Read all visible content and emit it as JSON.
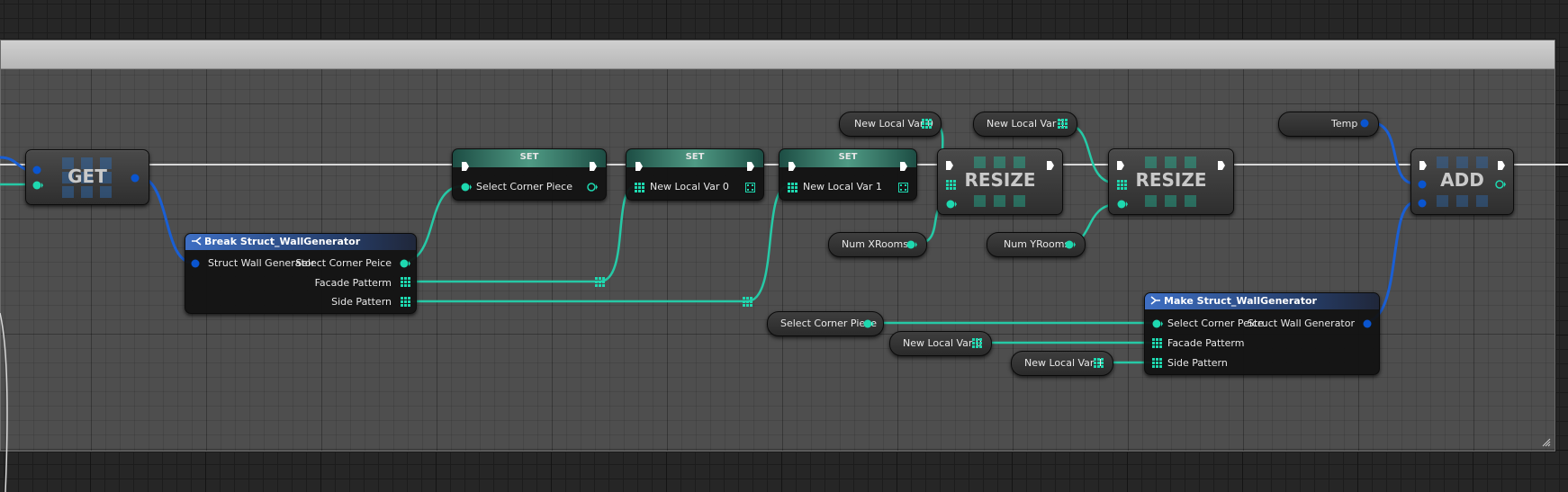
{
  "nodes": {
    "get": {
      "title": "GET"
    },
    "break_struct": {
      "title": "Break Struct_WallGenerator",
      "input": "Struct Wall Generator",
      "outputs": [
        "Select Corner Peice",
        "Facade Patterm",
        "Side Pattern"
      ]
    },
    "set1": {
      "title": "SET",
      "pin": "Select Corner Piece"
    },
    "set2": {
      "title": "SET",
      "pin": "New Local Var 0"
    },
    "set3": {
      "title": "SET",
      "pin": "New Local Var 1"
    },
    "resize1": {
      "title": "RESIZE"
    },
    "resize2": {
      "title": "RESIZE"
    },
    "add": {
      "title": "ADD"
    },
    "make_struct": {
      "title": "Make Struct_WallGenerator",
      "inputs": [
        "Select Corner Peice",
        "Facade Patterm",
        "Side Pattern"
      ],
      "output": "Struct Wall Generator"
    }
  },
  "variables": {
    "new_local_var0_top": "New Local Var 0",
    "new_local_var1_top": "New Local Var 1",
    "temp": "Temp",
    "num_xrooms": "Num XRooms",
    "num_yrooms": "Num YRooms",
    "select_corner_piece": "Select Corner Piece",
    "new_local_var0_bottom": "New Local Var 0",
    "new_local_var1_bottom": "New Local Var 1"
  },
  "colors": {
    "exec": "#ffffff",
    "struct_pin": "#0a55d0",
    "object_pin": "#1ed9b0",
    "wire_exec": "#d8d8d8",
    "wire_struct": "#1a5fd4",
    "wire_object": "#26c9a6",
    "node_header_blue": "#3e6fc4",
    "node_header_set": "#4f9a84"
  }
}
